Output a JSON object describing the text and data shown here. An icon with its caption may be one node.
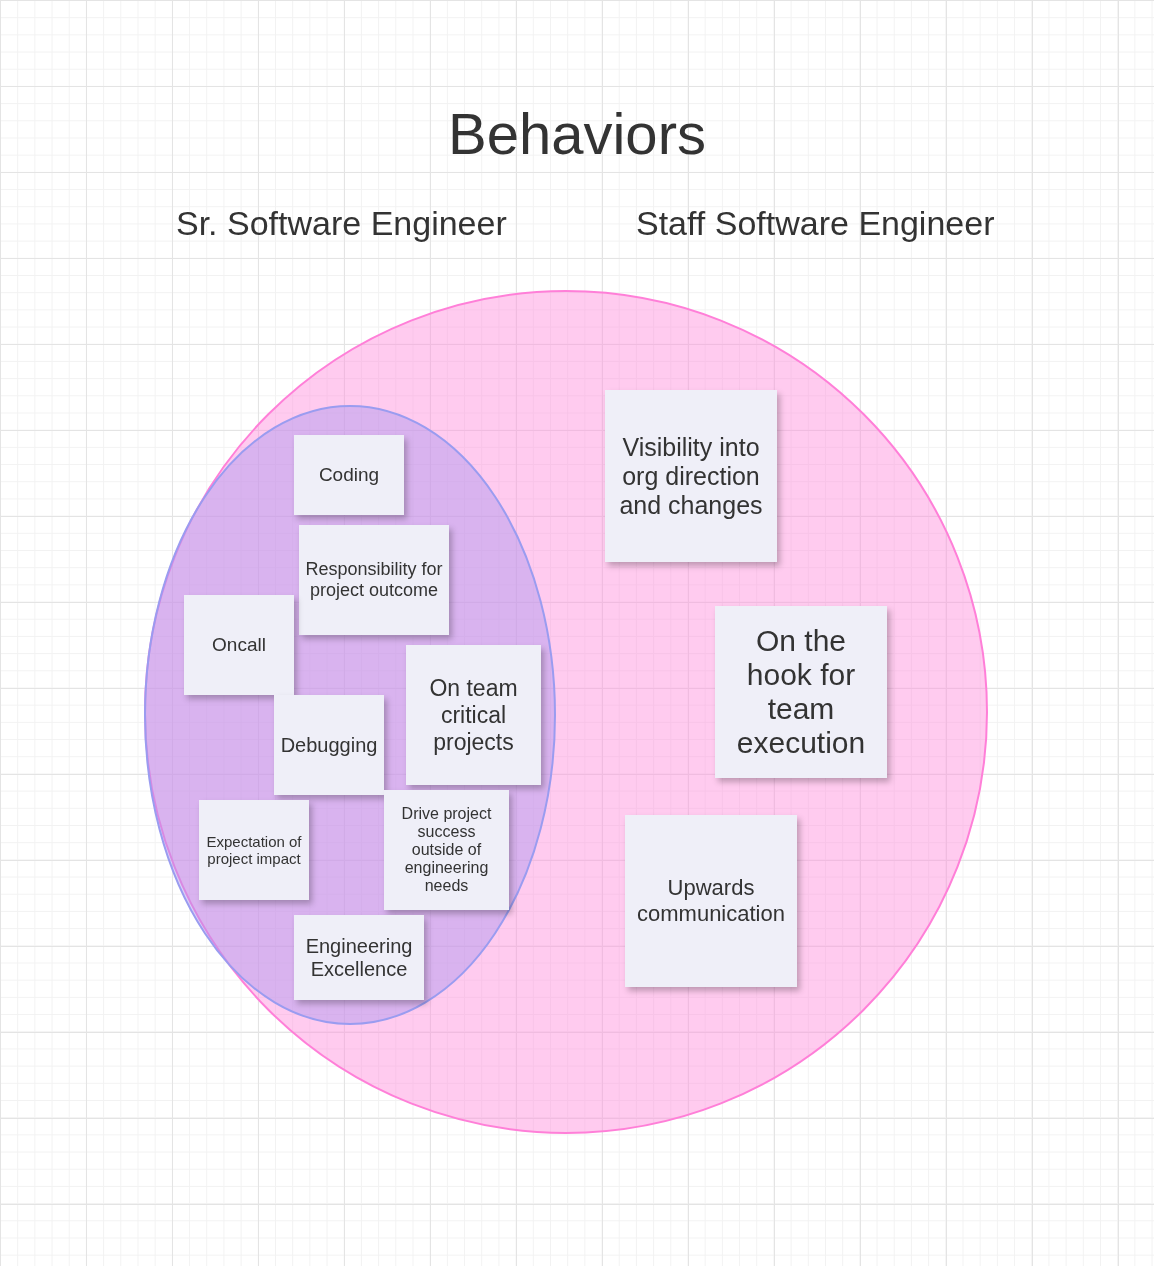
{
  "diagram": {
    "title": "Behaviors",
    "nodes": [
      {
        "text": [],
        "shape": "circle"
      },
      {
        "text": [],
        "shape": "circle",
        "in": 0
      },
      {
        "text": [
          "Coding"
        ],
        "in": 1
      },
      {
        "text": [
          "Responsibility for project outcome"
        ],
        "in": 1
      },
      {
        "text": [
          "Oncall"
        ],
        "in": 1
      },
      {
        "text": [
          "On team critical projects"
        ],
        "in": 1
      },
      {
        "text": [
          "Debugging"
        ],
        "in": 1
      },
      {
        "text": [
          "Expectation of project impact"
        ],
        "in": 1
      },
      {
        "text": [
          "Drive project success outside of engineering needs"
        ],
        "in": 1
      },
      {
        "text": [
          "Engineering Excellence"
        ],
        "in": 1
      },
      {
        "text": [
          "Visibility into org direction and changes"
        ],
        "in": 0
      },
      {
        "text": [
          "On the hook for team execution"
        ],
        "in": 0
      },
      {
        "text": [
          "Upwards communication"
        ],
        "in": 0
      }
    ],
    "labels": [
      "Sr. Software Engineer",
      "Staff Software Engineer"
    ]
  }
}
